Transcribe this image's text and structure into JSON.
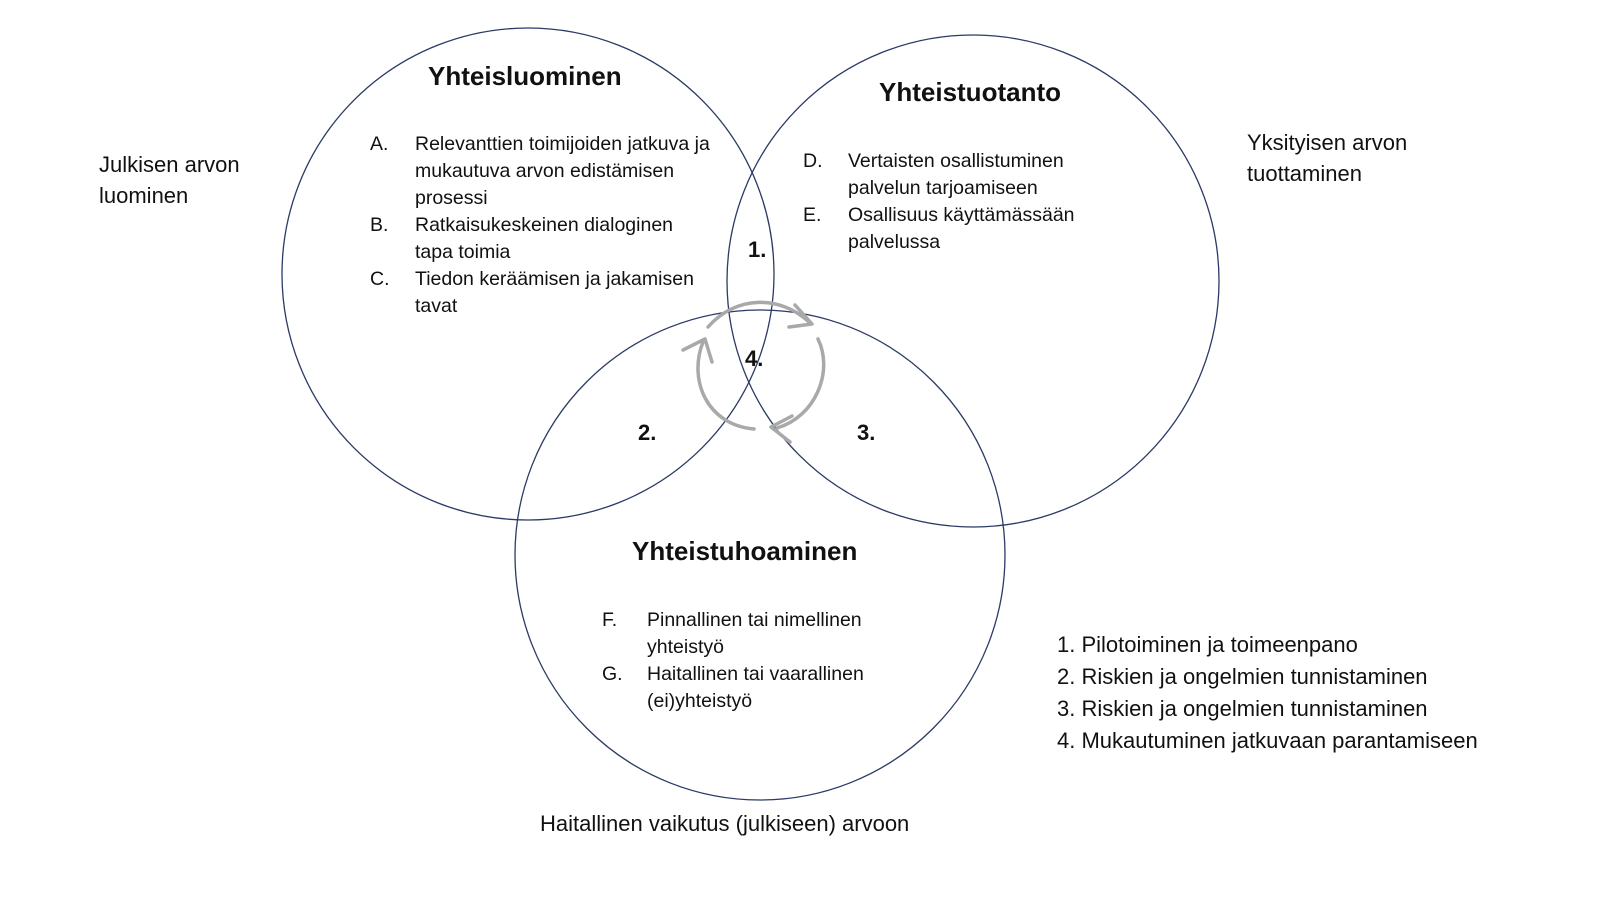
{
  "colors": {
    "circle_stroke": "#2b3a66",
    "cycle_arrow": "#a9a9a9",
    "text": "#111111",
    "background": "#ffffff"
  },
  "circles": {
    "cocreation": {
      "title": "Yhteisluominen",
      "items": [
        {
          "marker": "A.",
          "text": "Relevanttien toimijoiden jatkuva ja mukautuva arvon edistämisen prosessi"
        },
        {
          "marker": "B.",
          "text": "Ratkaisukeskeinen dialoginen tapa toimia"
        },
        {
          "marker": "C.",
          "text": "Tiedon keräämisen ja jakamisen tavat"
        }
      ]
    },
    "coproduction": {
      "title": "Yhteistuotanto",
      "items": [
        {
          "marker": "D.",
          "text": "Vertaisten osallistuminen palvelun tarjoamiseen"
        },
        {
          "marker": "E.",
          "text": "Osallisuus käyttämässään palvelussa"
        }
      ]
    },
    "codestruction": {
      "title": "Yhteistuhoaminen",
      "items": [
        {
          "marker": "F.",
          "text": "Pinnallinen tai nimellinen yhteistyö"
        },
        {
          "marker": "G.",
          "text": "Haitallinen tai vaarallinen (ei)yhteistyö"
        }
      ]
    }
  },
  "intersections": {
    "one": "1.",
    "two": "2.",
    "three": "3.",
    "four": "4."
  },
  "side_labels": {
    "left": "Julkisen arvon luominen",
    "right": "Yksityisen arvon tuottaminen",
    "bottom": "Haitallinen vaikutus (julkiseen) arvoon"
  },
  "legend": [
    "1. Pilotoiminen ja toimeenpano",
    "2. Riskien ja ongelmien tunnistaminen",
    "3. Riskien ja ongelmien tunnistaminen",
    "4. Mukautuminen jatkuvaan parantamiseen"
  ],
  "icons": {
    "cycle": "cycle-arrows-icon"
  }
}
